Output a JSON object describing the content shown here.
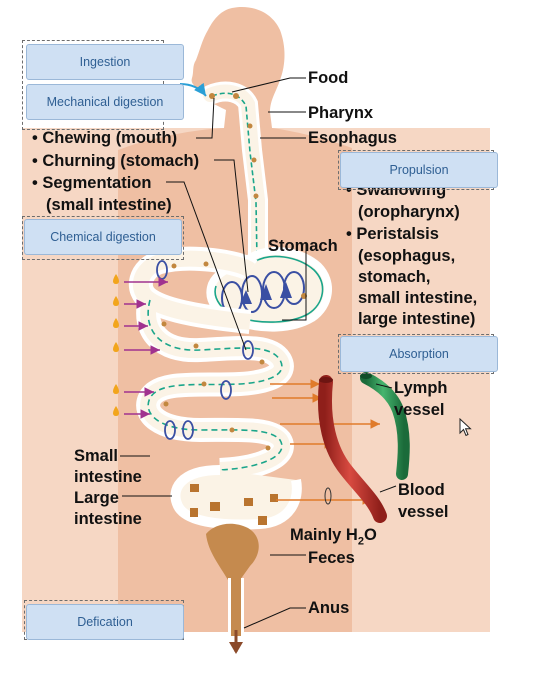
{
  "labels": {
    "food": "Food",
    "pharynx": "Pharynx",
    "esophagus": "Esophagus",
    "chewing": "• Chewing (mouth)",
    "churning": "• Churning (stomach)",
    "segmentation": "• Segmentation",
    "segmentation_sub": "(small intestine)",
    "swallowing": "• Swallowing",
    "swallowing_sub": "(oropharynx)",
    "peristalsis": "• Peristalsis",
    "peristalsis_sub1": "(esophagus,",
    "peristalsis_sub2": "stomach,",
    "peristalsis_sub3": "small intestine,",
    "peristalsis_sub4": "large intestine)",
    "stomach": "Stomach",
    "lymph_vessel_1": "Lymph",
    "lymph_vessel_2": "vessel",
    "small_intestine_1": "Small",
    "small_intestine_2": "intestine",
    "large_intestine_1": "Large",
    "large_intestine_2": "intestine",
    "blood_vessel_1": "Blood",
    "blood_vessel_2": "vessel",
    "mainly_water_prefix": "Mainly H",
    "mainly_water_sub": "2",
    "mainly_water_suffix": "O",
    "feces": "Feces",
    "anus": "Anus"
  },
  "drop_zones": {
    "ingestion": "Ingestion",
    "mechanical_digestion": "Mechanical digestion",
    "propulsion": "Propulsion",
    "chemical_digestion": "Chemical digestion",
    "absorption": "Absorption",
    "defication": "Defication"
  },
  "colors": {
    "background_panel": "#f6d7c4",
    "body_silhouette": "#efbfa3",
    "tract_wall": "#ffffff",
    "tract_lumen": "#fbf3e6",
    "food_particles": "#c2873f",
    "mucosa_line": "#1aa58a",
    "churning_arrows": "#3a4fa3",
    "enzyme_drops": "#f2a51c",
    "enzyme_arrows": "#a0328f",
    "absorption_arrows": "#e07b2b",
    "blood_vessel": "#c83a32",
    "lymph_vessel": "#2f9a58",
    "feces": "#c58a4e",
    "chip_background": "#cfe0f3",
    "chip_text": "#2f5f93"
  }
}
